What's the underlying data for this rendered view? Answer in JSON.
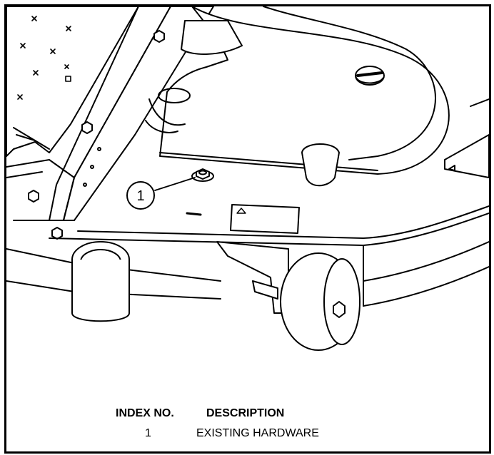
{
  "diagram": {
    "callouts": [
      {
        "label": "1"
      }
    ]
  },
  "legend": {
    "headers": {
      "index": "INDEX NO.",
      "description": "DESCRIPTION"
    },
    "rows": [
      {
        "index": "1",
        "description": "EXISTING HARDWARE"
      }
    ]
  },
  "colors": {
    "line": "#000000",
    "background": "#ffffff"
  }
}
